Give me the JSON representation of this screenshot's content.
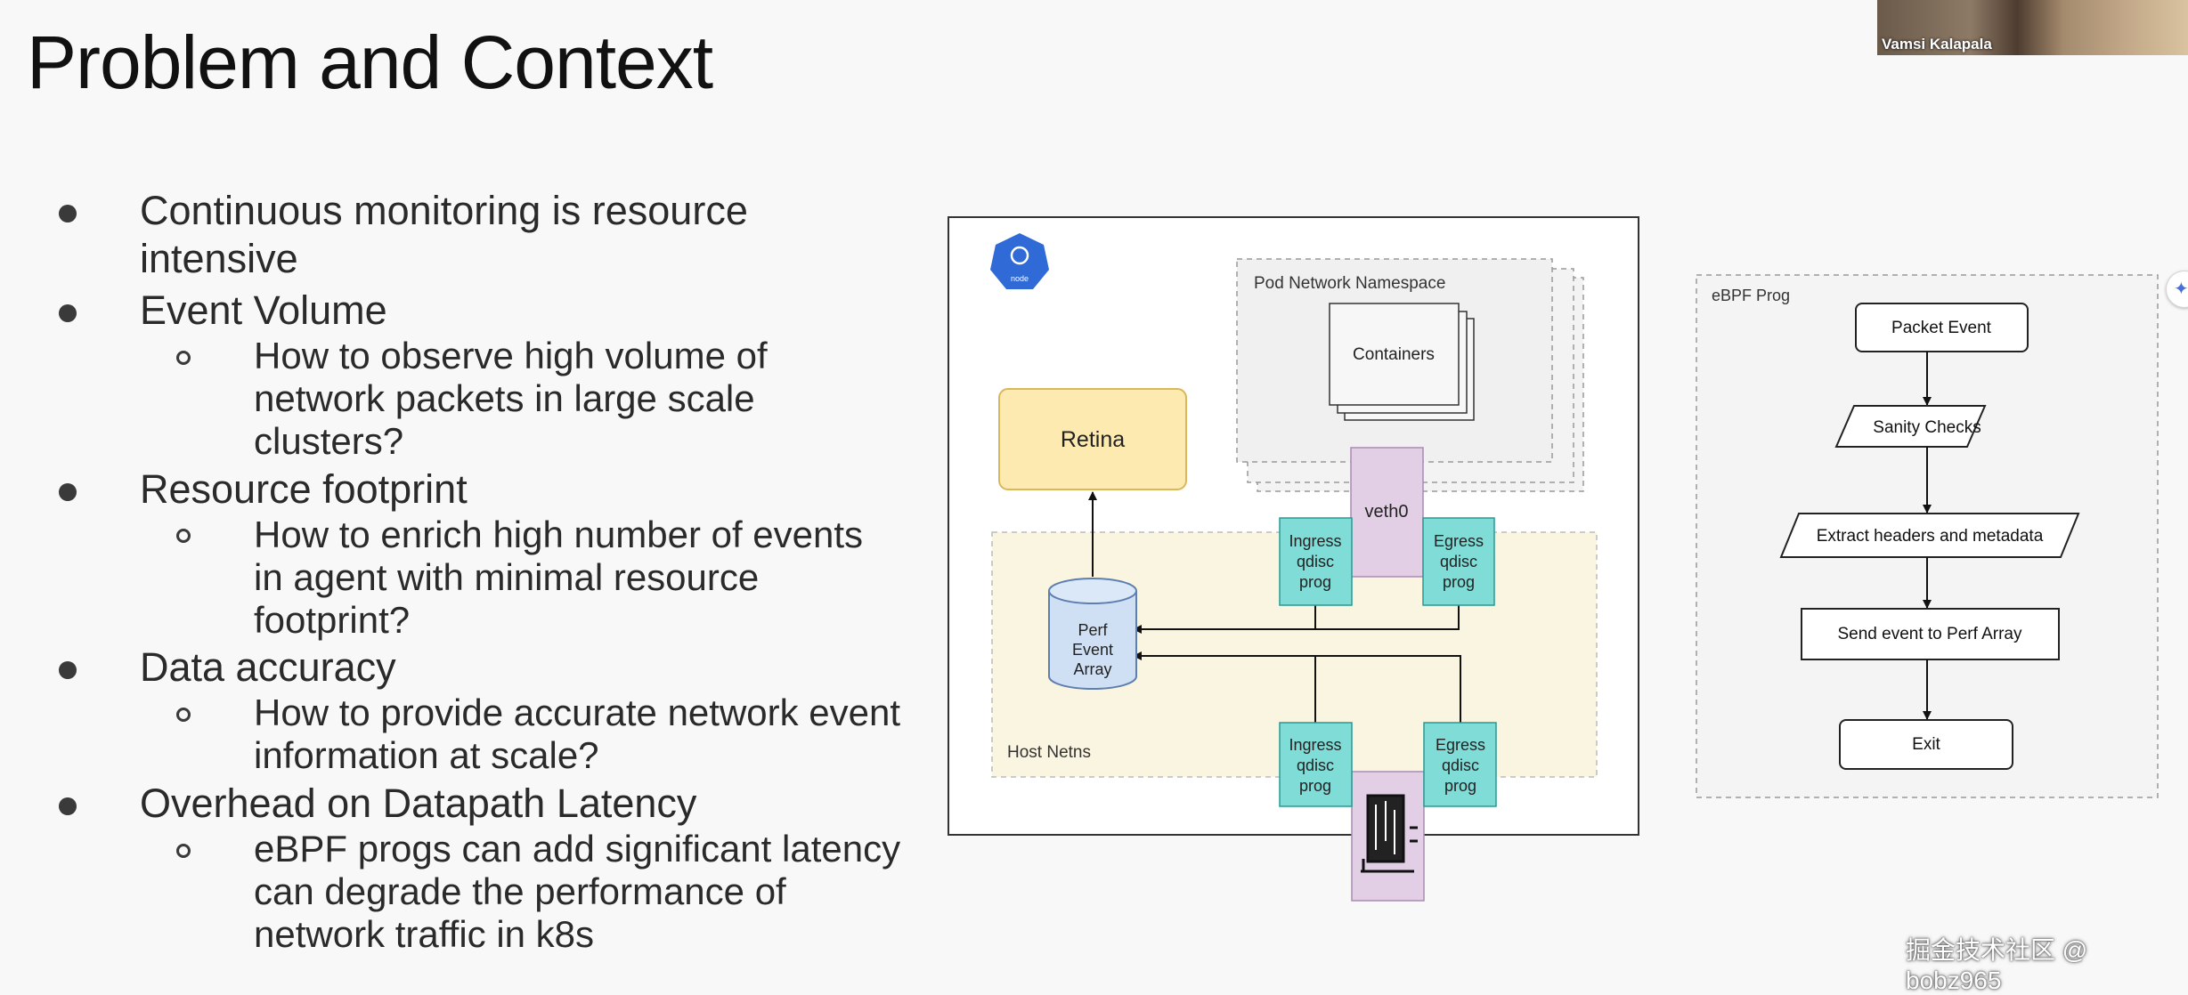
{
  "slide": {
    "title": "Problem and Context",
    "bullets": [
      {
        "text": "Continuous monitoring is resource",
        "text2": "intensive"
      },
      {
        "text": "Event Volume",
        "sub": {
          "line1": "How to observe high volume of",
          "line2": "network packets in large scale",
          "line3": "clusters?"
        }
      },
      {
        "text": "Resource footprint",
        "sub": {
          "line1": "How to enrich high number of events",
          "line2": "in agent with minimal resource",
          "line3": "footprint?"
        }
      },
      {
        "text": "Data accuracy",
        "sub": {
          "line1": "How to provide accurate network event",
          "line2": "information at scale?"
        }
      },
      {
        "text": "Overhead on Datapath Latency",
        "sub": {
          "line1": "eBPF progs can add significant latency",
          "line2": "can degrade the performance of",
          "line3": "network traffic in k8s"
        }
      }
    ]
  },
  "diagram": {
    "node_icon_label": "node",
    "pod_ns_label": "Pod Network Namespace",
    "containers_label": "Containers",
    "retina_label": "Retina",
    "veth_label": "veth0",
    "ingress_line1": "Ingress",
    "egress_line1": "Egress",
    "qdisc_line": "qdisc",
    "prog_line": "prog",
    "perf_line1": "Perf",
    "perf_line2": "Event",
    "perf_line3": "Array",
    "host_netns_label": "Host Netns"
  },
  "flow": {
    "title": "eBPF Prog",
    "packet_event": "Packet Event",
    "sanity_checks": "Sanity Checks",
    "extract": "Extract headers and metadata",
    "send": "Send event to Perf Array",
    "exit": "Exit"
  },
  "overlay": {
    "speaker_name": "Vamsi Kalapala",
    "watermark": "掘金技术社区 @ bobz965"
  },
  "colors": {
    "retina_fill": "#fdeab0",
    "retina_stroke": "#d9b75c",
    "qdisc_fill": "#7fdcd7",
    "qdisc_stroke": "#2a9a94",
    "veth_fill": "#e2cfe6",
    "veth_stroke": "#a98bb3",
    "host_fill": "#faf5e0",
    "perf_fill": "#cfe0f5",
    "perf_stroke": "#5e7fb0",
    "node_icon": "#2f6ad6"
  }
}
